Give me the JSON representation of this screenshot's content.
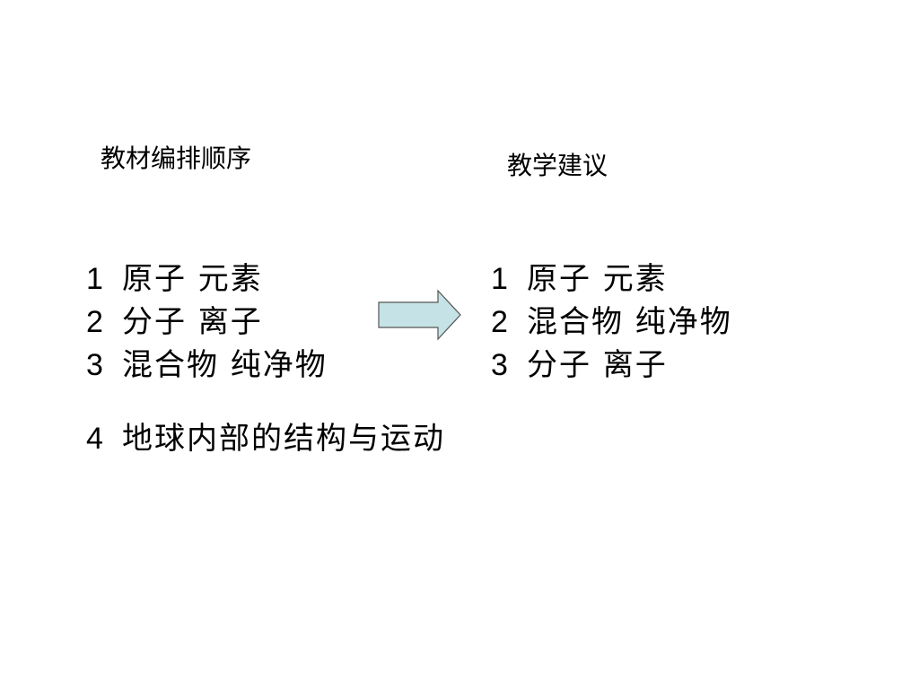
{
  "left_column": {
    "heading": "教材编排顺序",
    "items": [
      {
        "num": "1",
        "text": "原子  元素"
      },
      {
        "num": "2",
        "text": "分子  离子"
      },
      {
        "num": "3",
        "text": "混合物  纯净物"
      }
    ]
  },
  "right_column": {
    "heading": "教学建议",
    "items": [
      {
        "num": "1",
        "text": "原子  元素"
      },
      {
        "num": "2",
        "text": "混合物  纯净物"
      },
      {
        "num": "3",
        "text": "分子  离子"
      }
    ]
  },
  "extra_item": {
    "num": "4",
    "text": "地球内部的结构与运动"
  },
  "arrow": {
    "icon": "right-arrow-icon",
    "fill": "#c5e3e6",
    "stroke": "#555555"
  }
}
